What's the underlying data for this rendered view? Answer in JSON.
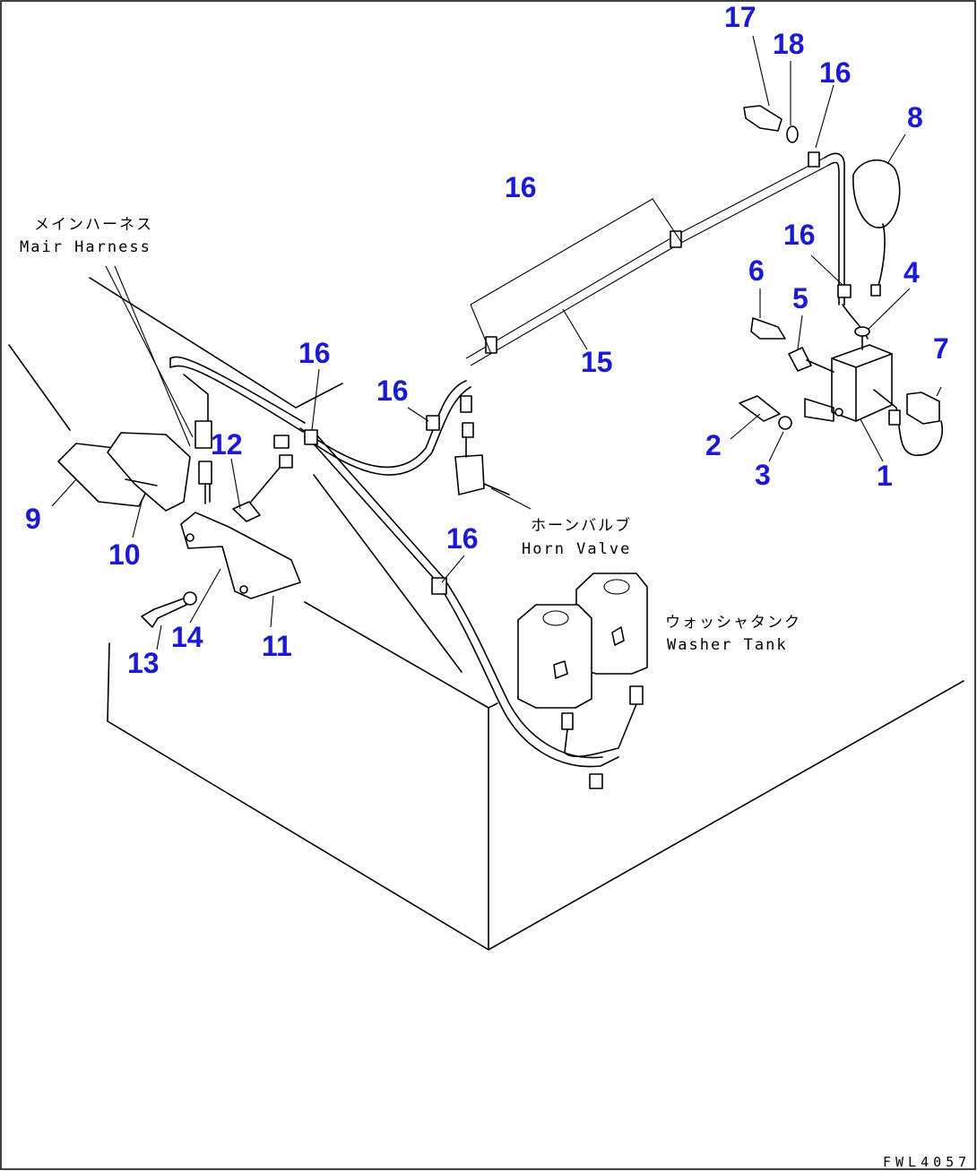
{
  "callouts": [
    {
      "id": "17",
      "text": "17"
    },
    {
      "id": "18",
      "text": "18"
    },
    {
      "id": "16a",
      "text": "16"
    },
    {
      "id": "8",
      "text": "8"
    },
    {
      "id": "16b",
      "text": "16"
    },
    {
      "id": "16c",
      "text": "16"
    },
    {
      "id": "6",
      "text": "6"
    },
    {
      "id": "5",
      "text": "5"
    },
    {
      "id": "4",
      "text": "4"
    },
    {
      "id": "7",
      "text": "7"
    },
    {
      "id": "15",
      "text": "15"
    },
    {
      "id": "16d",
      "text": "16"
    },
    {
      "id": "16e",
      "text": "16"
    },
    {
      "id": "2",
      "text": "2"
    },
    {
      "id": "3",
      "text": "3"
    },
    {
      "id": "1",
      "text": "1"
    },
    {
      "id": "12",
      "text": "12"
    },
    {
      "id": "9",
      "text": "9"
    },
    {
      "id": "10",
      "text": "10"
    },
    {
      "id": "16f",
      "text": "16"
    },
    {
      "id": "11",
      "text": "11"
    },
    {
      "id": "14",
      "text": "14"
    },
    {
      "id": "13",
      "text": "13"
    }
  ],
  "labels": {
    "main_harness_jp": "メインハーネス",
    "main_harness_en": "Mair Harness",
    "horn_valve_jp": "ホーンバルブ",
    "horn_valve_en": "Horn Valve",
    "washer_tank_jp": "ウォッシャタンク",
    "washer_tank_en": "Washer Tank"
  },
  "drawing_code": "FWL4057"
}
